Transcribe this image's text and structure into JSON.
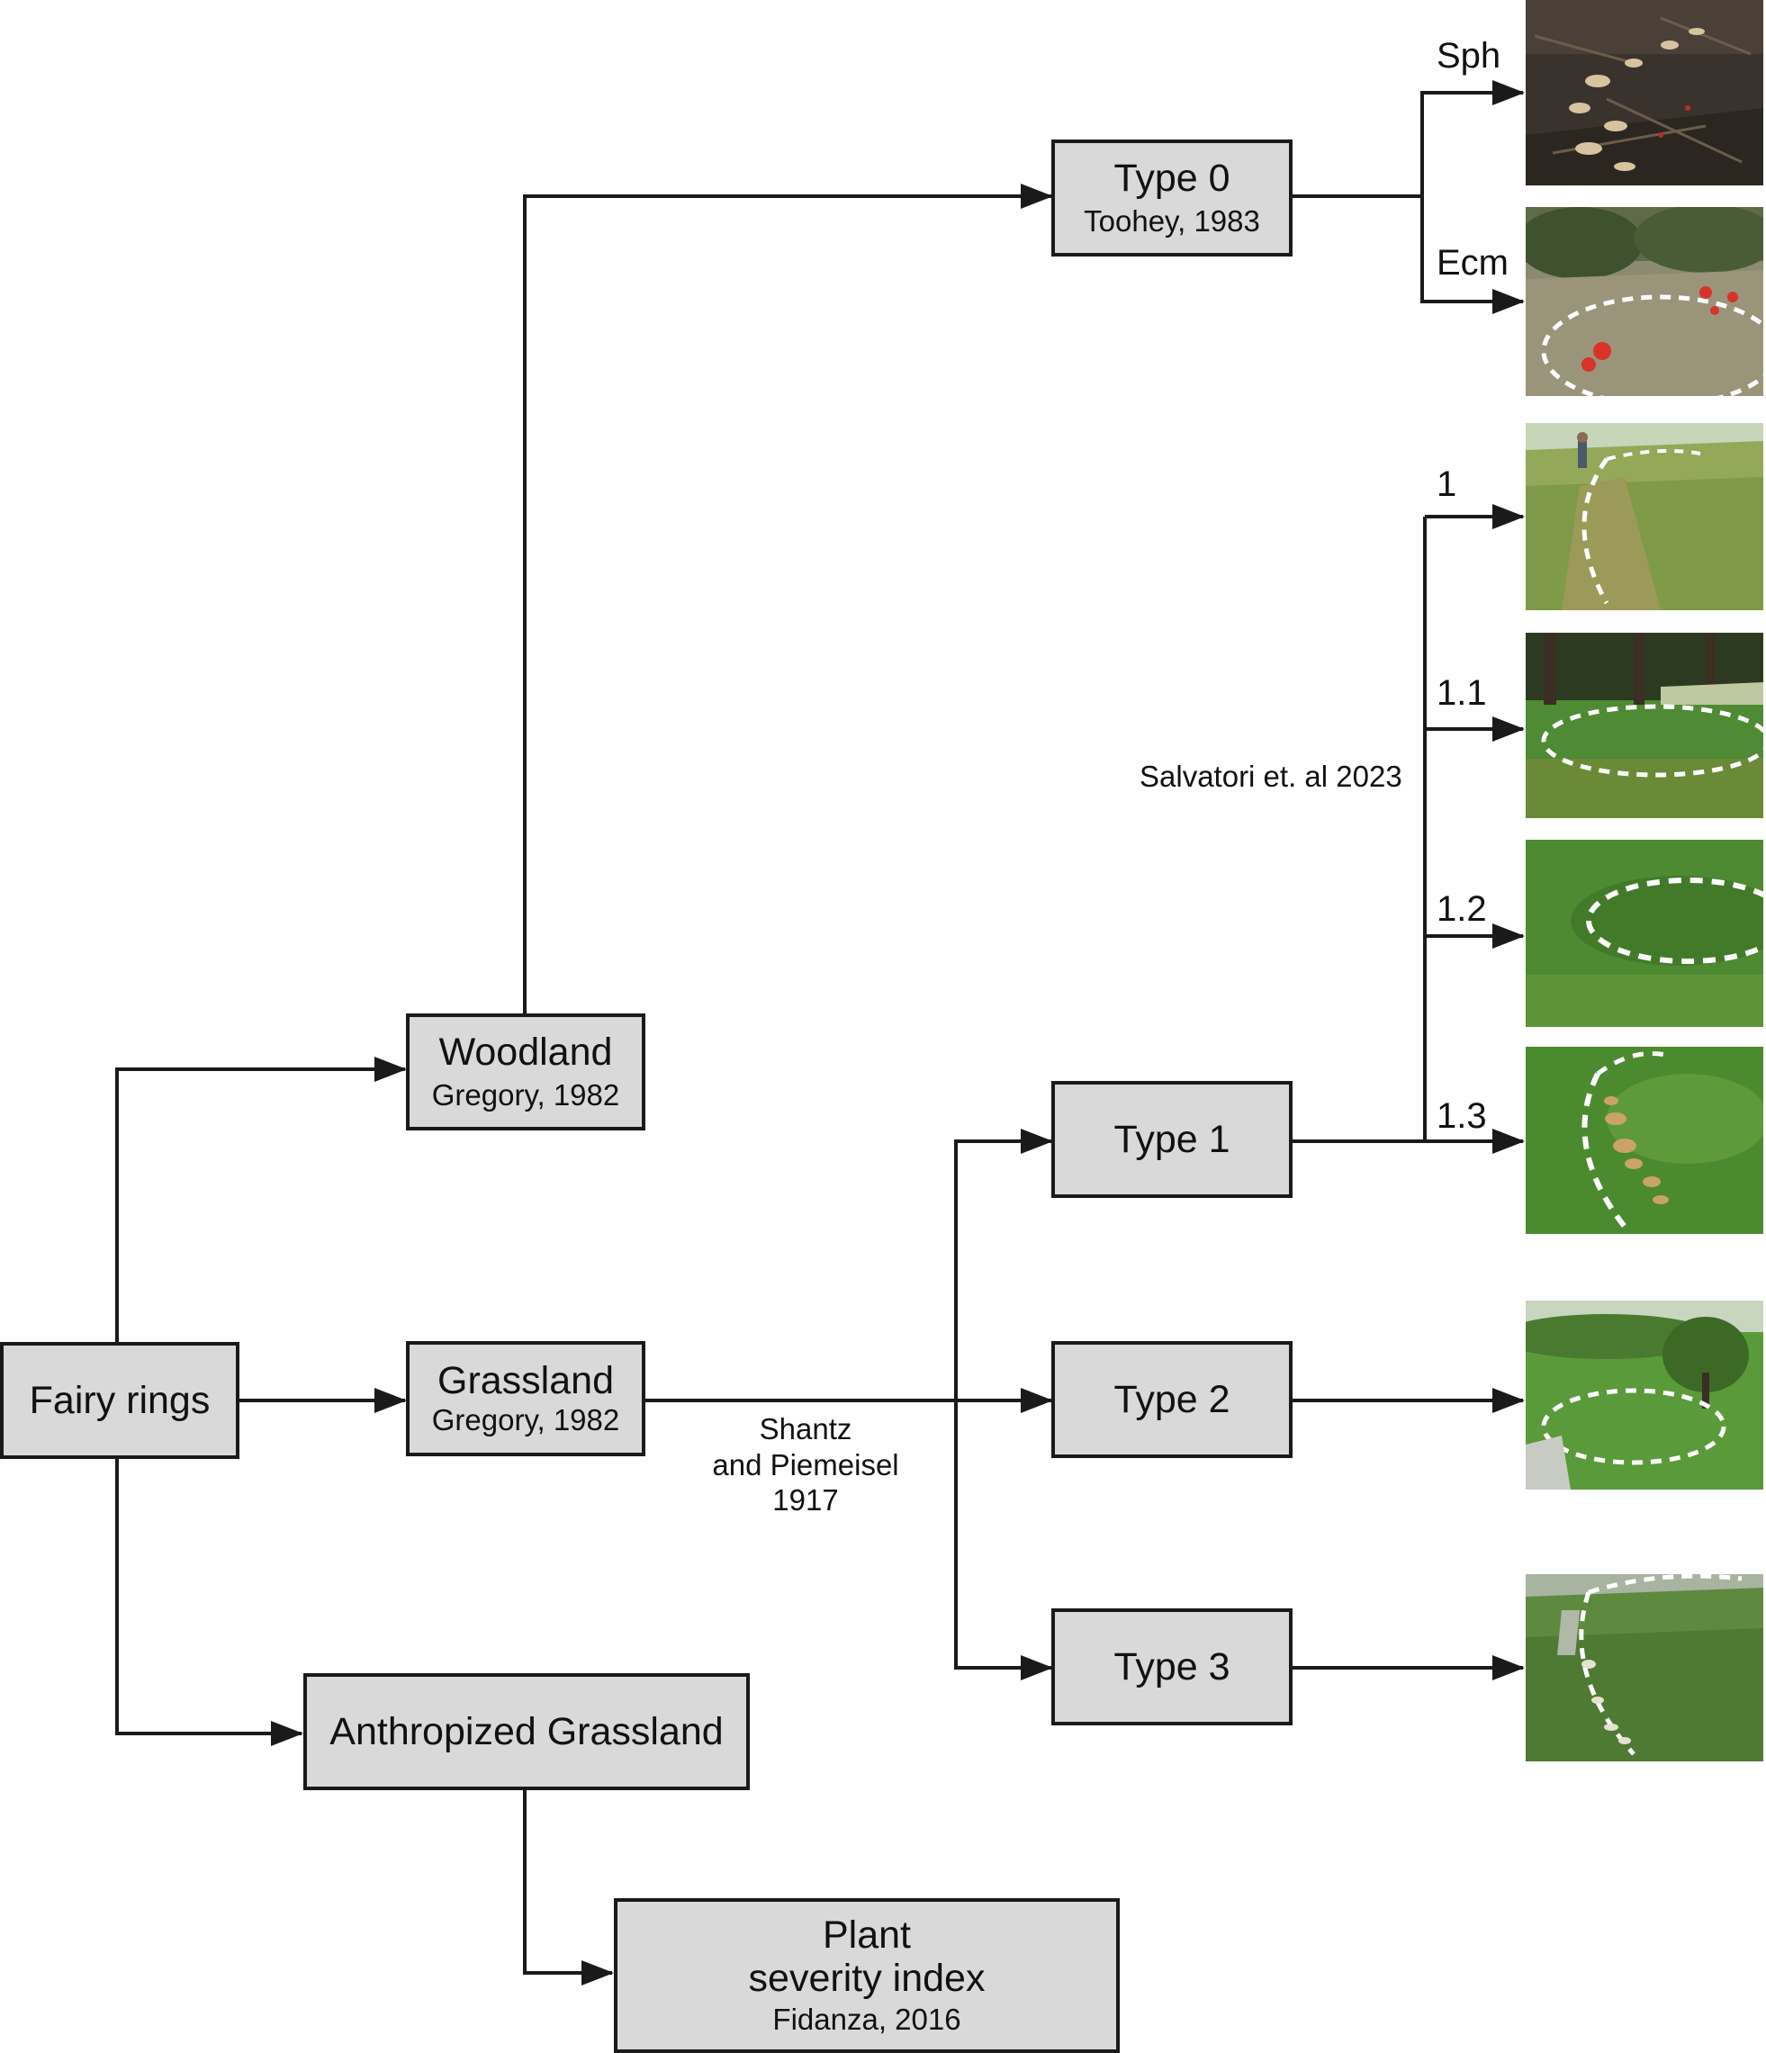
{
  "nodes": {
    "fairy_rings": {
      "title": "Fairy rings"
    },
    "woodland": {
      "title": "Woodland",
      "ref": "Gregory, 1982"
    },
    "grassland": {
      "title": "Grassland",
      "ref": "Gregory, 1982"
    },
    "anthropized": {
      "title": "Anthropized Grassland"
    },
    "plant_index": {
      "title_line1": "Plant",
      "title_line2": "severity index",
      "ref": "Fidanza, 2016"
    },
    "type0": {
      "title": "Type 0",
      "ref": "Toohey, 1983"
    },
    "type1": {
      "title": "Type 1"
    },
    "type2": {
      "title": "Type 2"
    },
    "type3": {
      "title": "Type 3"
    }
  },
  "branch_labels": {
    "sph": "Sph",
    "ecm": "Ecm",
    "sub1": "1",
    "sub1_1": "1.1",
    "sub1_2": "1.2",
    "sub1_3": "1.3"
  },
  "annotations": {
    "salvatori": "Salvatori et. al 2023",
    "shantz_line1": "Shantz",
    "shantz_line2": "and Piemeisel",
    "shantz_line3": "1917"
  },
  "colors": {
    "box_fill": "#d9d9d9",
    "line": "#1a1a1a",
    "ring_marker": "#ffffff"
  },
  "photos": [
    {
      "id": "sph",
      "scene": "woodland-mushroom-ring"
    },
    {
      "id": "ecm",
      "scene": "grassland-red-mushroom-ring"
    },
    {
      "id": "t1",
      "scene": "meadow-with-person"
    },
    {
      "id": "t1_1",
      "scene": "park-lawn-ring"
    },
    {
      "id": "t1_2",
      "scene": "grass-ring"
    },
    {
      "id": "t1_3",
      "scene": "grass-ring-with-mushrooms"
    },
    {
      "id": "t2",
      "scene": "pasture-ring-with-tree"
    },
    {
      "id": "t3",
      "scene": "pasture-ring-with-mushrooms"
    }
  ]
}
